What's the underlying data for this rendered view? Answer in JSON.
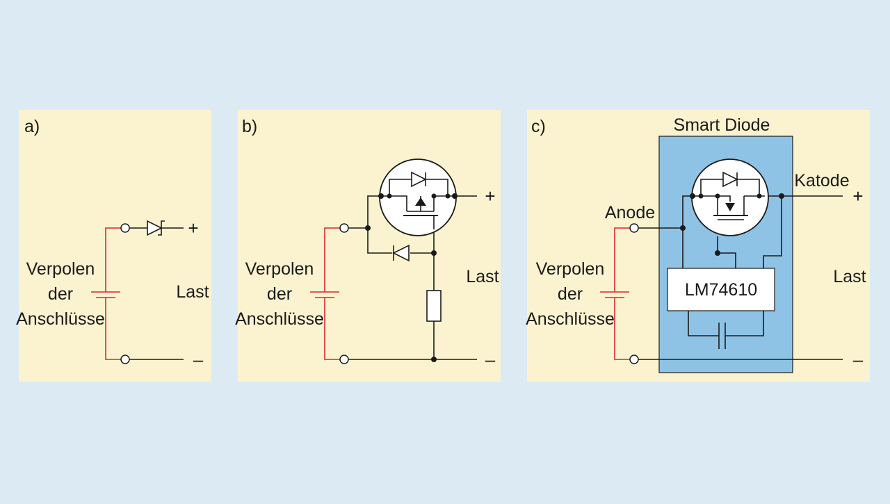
{
  "panels": [
    {
      "label": "a)",
      "polarity_label": [
        "Verpolen",
        "der",
        "Anschlüsse"
      ],
      "load_label": "Last",
      "plus": "+",
      "minus": "–"
    },
    {
      "label": "b)",
      "polarity_label": [
        "Verpolen",
        "der",
        "Anschlüsse"
      ],
      "load_label": "Last",
      "plus": "+",
      "minus": "–"
    },
    {
      "label": "c)",
      "polarity_label": [
        "Verpolen",
        "der",
        "Anschlüsse"
      ],
      "load_label": "Last",
      "plus": "+",
      "minus": "–",
      "block_title": "Smart Diode",
      "chip_label": "LM74610",
      "anode_label": "Anode",
      "cathode_label": "Katode"
    }
  ],
  "colors": {
    "page_background": "#dceaf4",
    "panel_background": "#fbf3cf",
    "smart_diode_box": "#8fc3e6",
    "wire": "#1a1a1a",
    "reversed_wiring": "#d42b2b"
  }
}
